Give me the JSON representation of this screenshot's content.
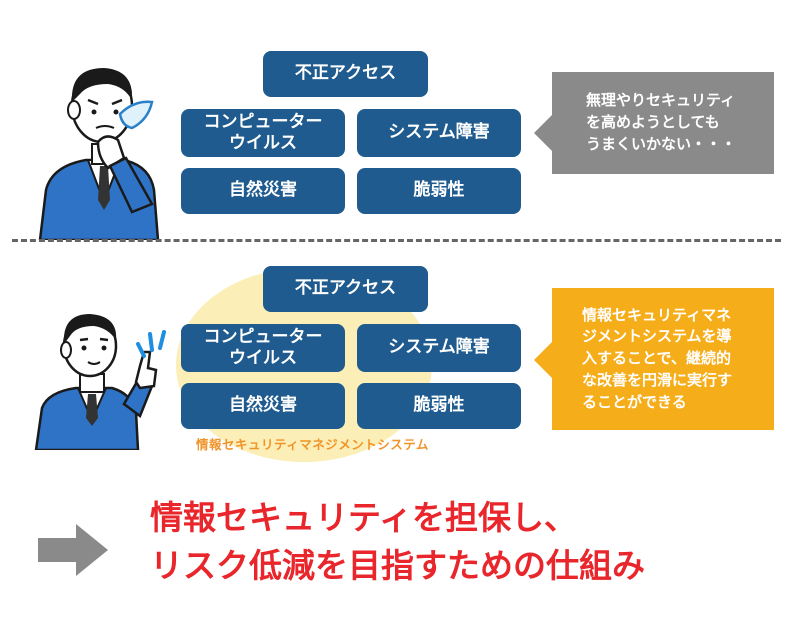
{
  "top_section": {
    "threats": {
      "unauthorized_access": "不正アクセス",
      "computer_virus": "コンピューター\nウイルス",
      "system_failure": "システム障害",
      "natural_disaster": "自然災害",
      "vulnerability": "脆弱性"
    },
    "bubble_text": "無理やりセキュリティ\nを高めようとしても\nうまくいかない・・・"
  },
  "bottom_section": {
    "threats": {
      "unauthorized_access": "不正アクセス",
      "computer_virus": "コンピューター\nウイルス",
      "system_failure": "システム障害",
      "natural_disaster": "自然災害",
      "vulnerability": "脆弱性"
    },
    "isms_label": "情報セキュリティマネジメントシステム",
    "bubble_text": "情報セキュリティマネ\nジメントシステムを導\n入することで、継続的\nな改善を円滑に実行す\nることができる"
  },
  "conclusion": {
    "arrow_icon": "right-arrow-icon",
    "text": "情報セキュリティを担保し、\nリスク低減を目指すための仕組み"
  },
  "colors": {
    "threat_box": "#1f5b8e",
    "bubble_gray": "#8a8a8a",
    "bubble_orange": "#f6ad1a",
    "ellipse": "#fbeeb6",
    "isms_label": "#f0942a",
    "conclusion_text": "#e8262b",
    "suit_blue": "#2f73c7"
  },
  "icons": [
    "worried-businessman-icon",
    "sweat-drop-icon",
    "pointing-businessman-icon",
    "idea-sparkle-icon",
    "right-arrow-icon"
  ]
}
